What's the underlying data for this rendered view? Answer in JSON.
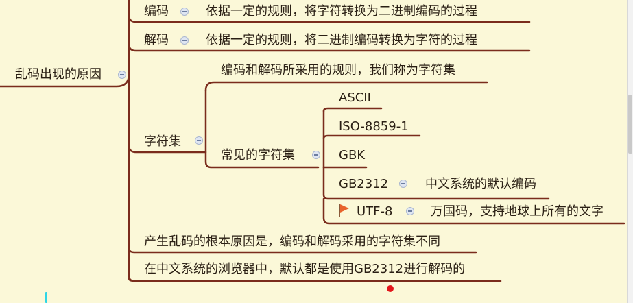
{
  "mindmap": {
    "root": {
      "label": "乱码出现的原因"
    },
    "encode": {
      "label": "编码",
      "desc": "依据一定的规则，将字符转换为二进制编码的过程"
    },
    "decode": {
      "label": "解码",
      "desc": "依据一定的规则，将二进制编码转换为字符的过程"
    },
    "charset": {
      "label": "字符集",
      "definition": "编码和解码所采用的规则，我们称为字符集",
      "common": {
        "label": "常见的字符集",
        "items": [
          {
            "label": "ASCII"
          },
          {
            "label": "ISO-8859-1"
          },
          {
            "label": "GBK"
          },
          {
            "label": "GB2312",
            "desc": "中文系统的默认编码"
          },
          {
            "label": "UTF-8",
            "desc": "万国码，支持地球上所有的文字"
          }
        ]
      }
    },
    "root_cause": "产生乱码的根本原因是，编码和解码采用的字符集不同",
    "browser_note": "在中文系统的浏览器中，默认都是使用GB2312进行解码的"
  },
  "colors": {
    "background": "#fbf8d8",
    "line": "#7a2c1c",
    "text": "#2a1f14",
    "flag": "#e8632b",
    "marker": "#e3161b"
  },
  "icons": {
    "collapse": "collapse-toggle-icon",
    "flag": "flag-icon"
  }
}
